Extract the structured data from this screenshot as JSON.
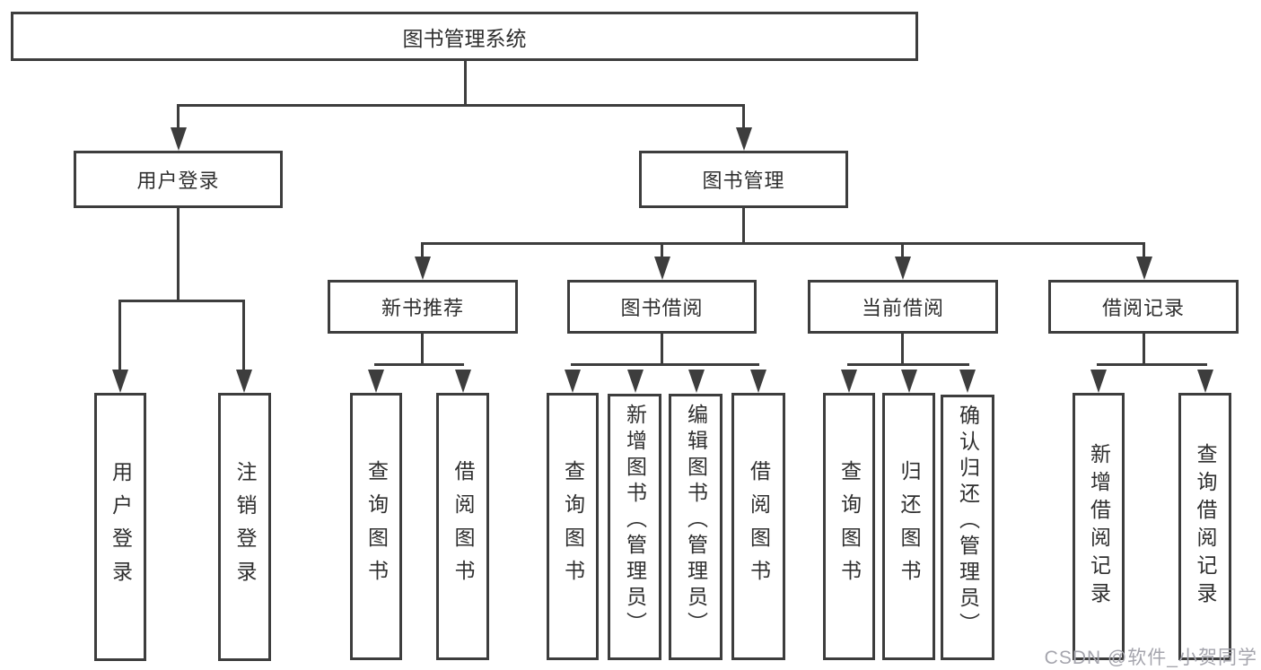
{
  "title": "图书管理系统",
  "tree": {
    "root": "图书管理系统",
    "children": [
      {
        "label": "用户登录",
        "children": [
          {
            "label": "用户登录"
          },
          {
            "label": "注销登录"
          }
        ]
      },
      {
        "label": "图书管理",
        "children": [
          {
            "label": "新书推荐",
            "children": [
              {
                "label": "查询图书"
              },
              {
                "label": "借阅图书"
              }
            ]
          },
          {
            "label": "图书借阅",
            "children": [
              {
                "label": "查询图书"
              },
              {
                "label": "新增图书（管理员）"
              },
              {
                "label": "编辑图书（管理员）"
              },
              {
                "label": "借阅图书"
              }
            ]
          },
          {
            "label": "当前借阅",
            "children": [
              {
                "label": "查询图书"
              },
              {
                "label": "归还图书"
              },
              {
                "label": "确认归还（管理员）"
              }
            ]
          },
          {
            "label": "借阅记录",
            "children": [
              {
                "label": "新增借阅记录"
              },
              {
                "label": "查询借阅记录"
              }
            ]
          }
        ]
      }
    ]
  },
  "watermark": "CSDN @软件_小贺同学",
  "colors": {
    "line": "#3d3d3d",
    "text": "#2f2f2f",
    "bg": "#ffffff",
    "watermark": "#a5a5ad"
  }
}
